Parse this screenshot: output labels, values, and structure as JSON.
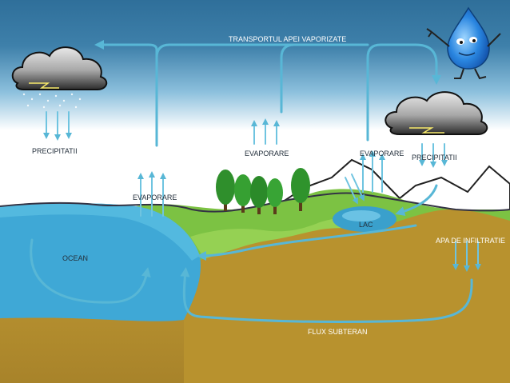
{
  "labels": {
    "transport": "TRANSPORTUL APEI VAPORIZATE",
    "precip_left": "PRECIPITATII",
    "precip_right": "PRECIPITATII",
    "evap_ocean": "EVAPORARE",
    "evap_trees": "EVAPORARE",
    "evap_lake": "EVAPORARE",
    "lake": "LAC",
    "ocean": "OCEAN",
    "infiltration": "APA DE INFILTRATIE",
    "underground": "FLUX SUBTERAN"
  },
  "colors": {
    "sky_top": "#2f6f9a",
    "sky_mid": "#8cc0dd",
    "flow_arrow": "#58b7d6",
    "ocean": "#3fa8d6",
    "soil": "#b8922e",
    "grass": "#7cc243",
    "lake": "#3aa0cc",
    "mountain": "#ffffff"
  },
  "icons": [
    "raindrop-mascot-icon",
    "rain-cloud-icon",
    "tree-icon"
  ]
}
